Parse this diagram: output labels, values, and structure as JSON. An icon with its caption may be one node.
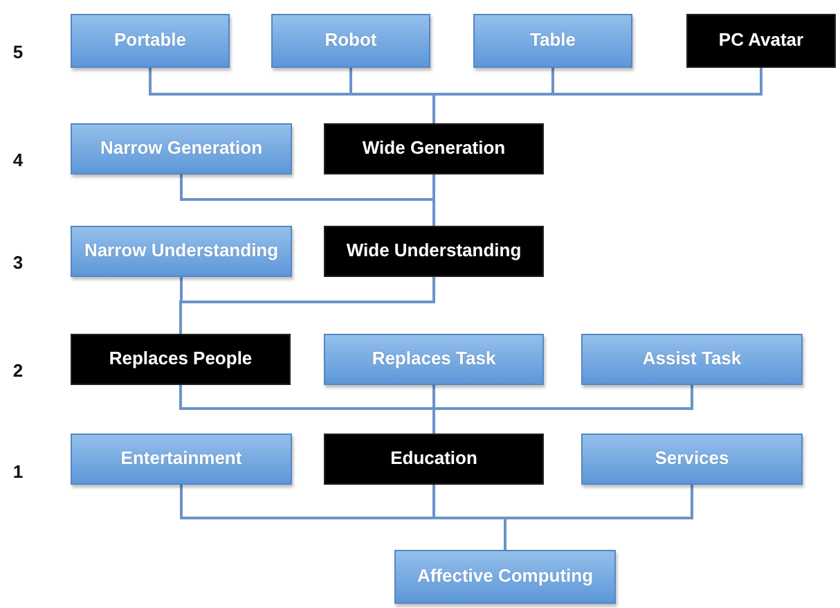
{
  "diagram": {
    "nodes": [
      {
        "text": [
          "Portable"
        ]
      },
      {
        "text": [
          "Robot"
        ]
      },
      {
        "text": [
          "Table"
        ]
      },
      {
        "text": [
          "PC Avatar"
        ]
      },
      {
        "text": [
          "Narrow Generation"
        ]
      },
      {
        "text": [
          "Wide Generation"
        ]
      },
      {
        "text": [
          "Narrow Understanding"
        ]
      },
      {
        "text": [
          "Wide Understanding"
        ]
      },
      {
        "text": [
          "Replaces People"
        ]
      },
      {
        "text": [
          "Replaces Task"
        ]
      },
      {
        "text": [
          "Assist Task"
        ]
      },
      {
        "text": [
          "Entertainment"
        ]
      },
      {
        "text": [
          "Education"
        ]
      },
      {
        "text": [
          "Services"
        ]
      },
      {
        "text": [
          "Affective Computing"
        ]
      }
    ],
    "edges": [
      {
        "from": 14,
        "to": 11,
        "arrow": "none"
      },
      {
        "from": 14,
        "to": 12,
        "arrow": "none"
      },
      {
        "from": 14,
        "to": 13,
        "arrow": "none"
      },
      {
        "from": 12,
        "to": 8,
        "arrow": "none"
      },
      {
        "from": 12,
        "to": 9,
        "arrow": "none"
      },
      {
        "from": 12,
        "to": 10,
        "arrow": "none"
      },
      {
        "from": 8,
        "to": 6,
        "arrow": "none"
      },
      {
        "from": 8,
        "to": 7,
        "arrow": "none"
      },
      {
        "from": 7,
        "to": 4,
        "arrow": "none"
      },
      {
        "from": 7,
        "to": 5,
        "arrow": "none"
      },
      {
        "from": 5,
        "to": 0,
        "arrow": "none"
      },
      {
        "from": 5,
        "to": 1,
        "arrow": "none"
      },
      {
        "from": 5,
        "to": 2,
        "arrow": "none"
      },
      {
        "from": 5,
        "to": 3,
        "arrow": "none"
      }
    ],
    "labels": [
      "5",
      "4",
      "3",
      "2",
      "1"
    ]
  }
}
